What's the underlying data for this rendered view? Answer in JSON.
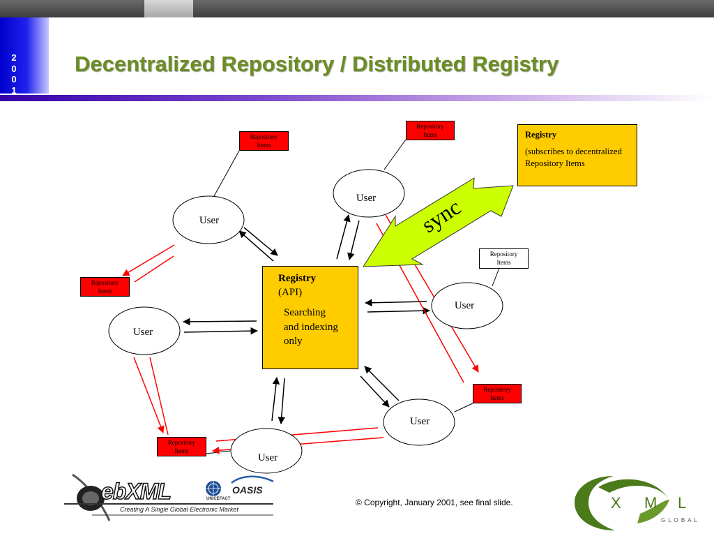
{
  "slide": {
    "year_digits": [
      "2",
      "0",
      "0",
      "1"
    ],
    "title": "Decentralized Repository / Distributed Registry"
  },
  "diagram": {
    "central_registry": {
      "title": "Registry",
      "subtitle": "(API)",
      "description": "Searching and indexing only"
    },
    "subscribing_registry": {
      "title": "Registry",
      "description": "(subscribes to decentralized Repository Items"
    },
    "sync_label": "sync",
    "users": [
      {
        "label": "User"
      },
      {
        "label": "User"
      },
      {
        "label": "User"
      },
      {
        "label": "User"
      },
      {
        "label": "User"
      },
      {
        "label": "User"
      }
    ],
    "repository_items": [
      {
        "line1": "Repository",
        "line2": "Items",
        "fill": "red"
      },
      {
        "line1": "Repository",
        "line2": "Items",
        "fill": "red"
      },
      {
        "line1": "Repository",
        "line2": "Items",
        "fill": "white"
      },
      {
        "line1": "Repository",
        "line2": "Items",
        "fill": "red"
      },
      {
        "line1": "Repository",
        "line2": "Items",
        "fill": "red"
      },
      {
        "line1": "Repository",
        "line2": "Items",
        "fill": "red"
      }
    ]
  },
  "footer": {
    "copyright": "© Copyright, January 2001, see final slide.",
    "ebxml_logo_text": "ebXML",
    "ebxml_tagline": "Creating A Single Global Electronic Market",
    "uncefact_label": "UN/CEFACT",
    "oasis_label": "OASIS",
    "xml_global_letters": [
      "X",
      "M",
      "L"
    ],
    "xml_global_word": "GLOBAL"
  },
  "colors": {
    "title_green": "#6b8e23",
    "registry_yellow": "#ffcc00",
    "repository_red": "#ff0000",
    "sync_arrow_green": "#ccff00",
    "year_bar_blue": "#0000cc"
  },
  "icons": {
    "ebxml_logo": "ebxml-logo",
    "un_emblem": "un-emblem-icon",
    "oasis_logo": "oasis-logo",
    "xml_global_logo": "xml-global-logo"
  }
}
